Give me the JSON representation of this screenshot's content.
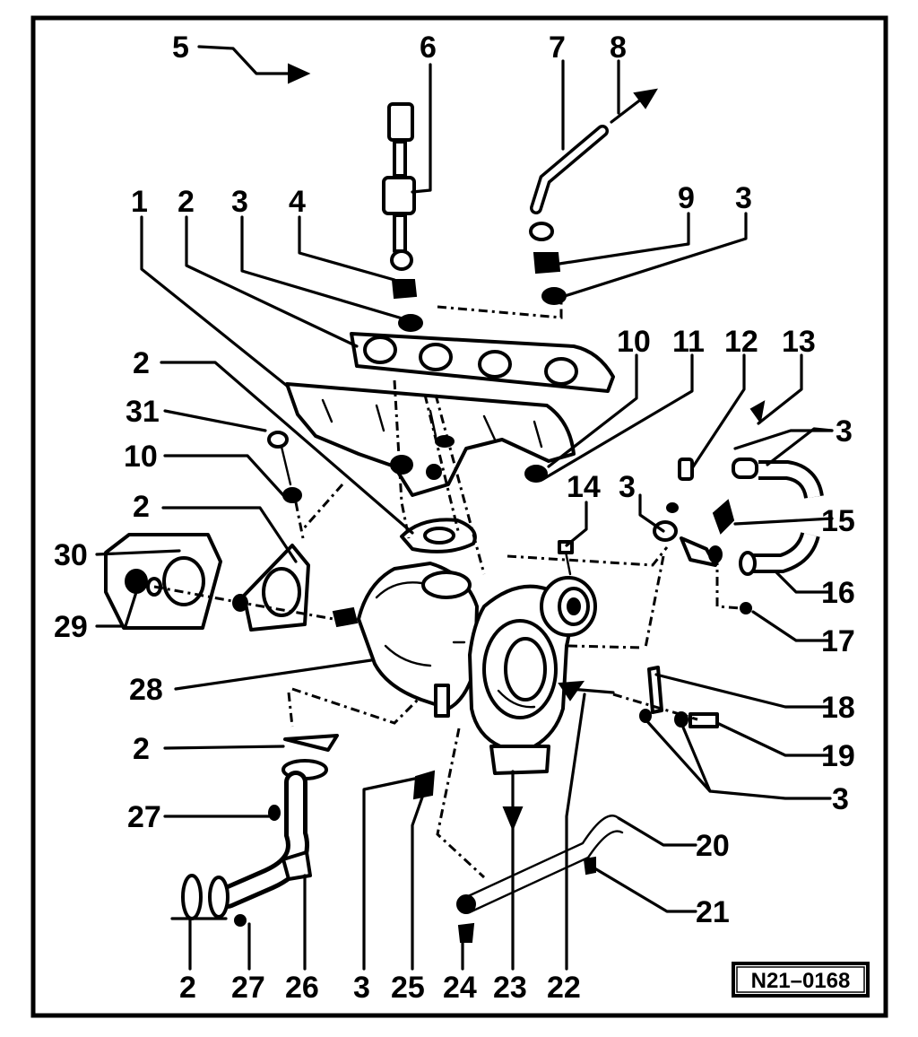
{
  "diagram_code": "N21–0168",
  "callouts": {
    "c1": "1",
    "c2a": "2",
    "c3a": "3",
    "c4": "4",
    "c5": "5",
    "c6": "6",
    "c7": "7",
    "c8": "8",
    "c9": "9",
    "c3b": "3",
    "c10a": "10",
    "c11": "11",
    "c12": "12",
    "c13": "13",
    "c2b": "2",
    "c31": "31",
    "c10b": "10",
    "c3c": "3",
    "c14": "14",
    "c3d": "3",
    "c15": "15",
    "c2c": "2",
    "c30": "30",
    "c16": "16",
    "c29": "29",
    "c17": "17",
    "c28": "28",
    "c18": "18",
    "c2d": "2",
    "c19": "19",
    "c3e": "3",
    "c27a": "27",
    "c20": "20",
    "c21": "21",
    "c2e": "2",
    "c27b": "27",
    "c26": "26",
    "c3f": "3",
    "c25": "25",
    "c24": "24",
    "c23": "23",
    "c22": "22"
  }
}
